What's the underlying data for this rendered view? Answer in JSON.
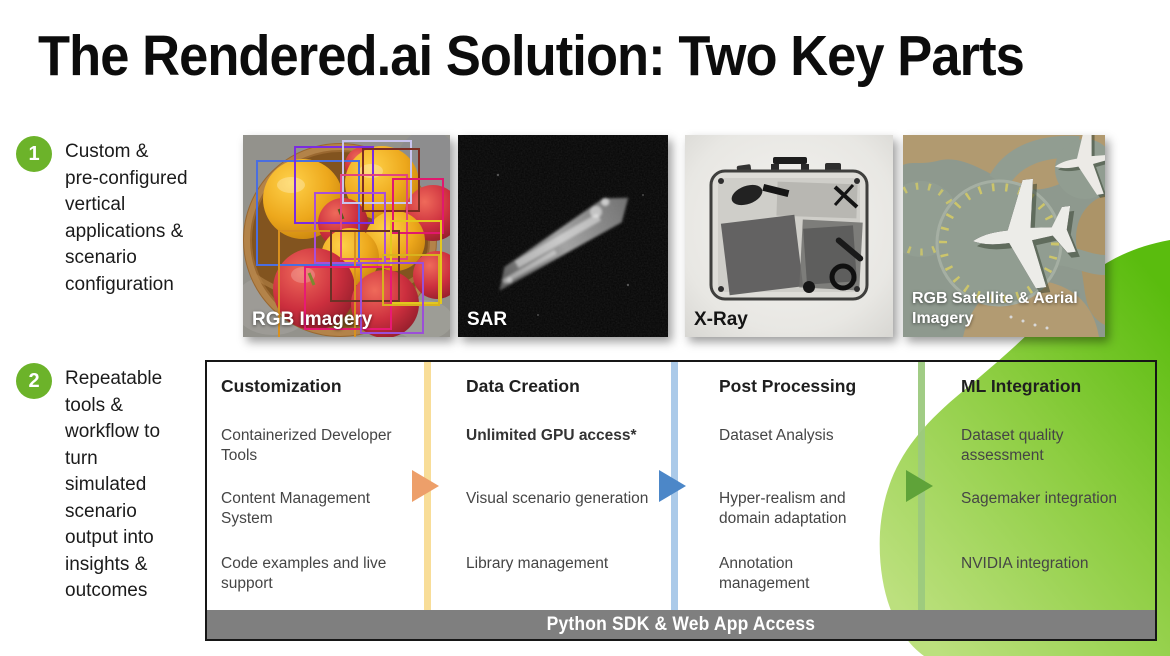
{
  "title": "The Rendered.ai Solution: Two Key Parts",
  "parts": [
    {
      "number": "1",
      "description": "Custom &\npre-configured\nvertical\napplications &\nscenario\nconfiguration"
    },
    {
      "number": "2",
      "description": "Repeatable\ntools &\nworkflow to\nturn\nsimulated\nscenario\noutput into\ninsights &\noutcomes"
    }
  ],
  "imagery": [
    {
      "label": "RGB Imagery"
    },
    {
      "label": "SAR"
    },
    {
      "label": "X-Ray"
    },
    {
      "label": "RGB Satellite & Aerial Imagery"
    }
  ],
  "workflow": {
    "columns": [
      {
        "header": "Customization",
        "items": [
          "Containerized Developer Tools",
          "Content Management System",
          "Code examples and live support"
        ]
      },
      {
        "header": "Data Creation",
        "items": [
          "Unlimited GPU access*",
          "Visual scenario generation",
          "Library management"
        ]
      },
      {
        "header": "Post Processing",
        "items": [
          "Dataset Analysis",
          "Hyper-realism and domain adaptation",
          "Annotation management"
        ]
      },
      {
        "header": "ML Integration",
        "items": [
          "Dataset quality assessment",
          "Sagemaker integration",
          "NVIDIA integration"
        ]
      }
    ],
    "footer_bar": "Python SDK & Web App Access"
  },
  "colors": {
    "badge_green": "#6cb32a",
    "divider_yellow": "#f8db92",
    "divider_blue": "#a7c7e8",
    "divider_green": "#9cc97e",
    "arrow_orange": "#ed9f6a",
    "arrow_blue": "#4c87c8",
    "arrow_green": "#5fa339",
    "footer_gray": "#7f7f7f",
    "blob_green_dark": "#5abc0e",
    "blob_green_light": "#bce07e"
  }
}
